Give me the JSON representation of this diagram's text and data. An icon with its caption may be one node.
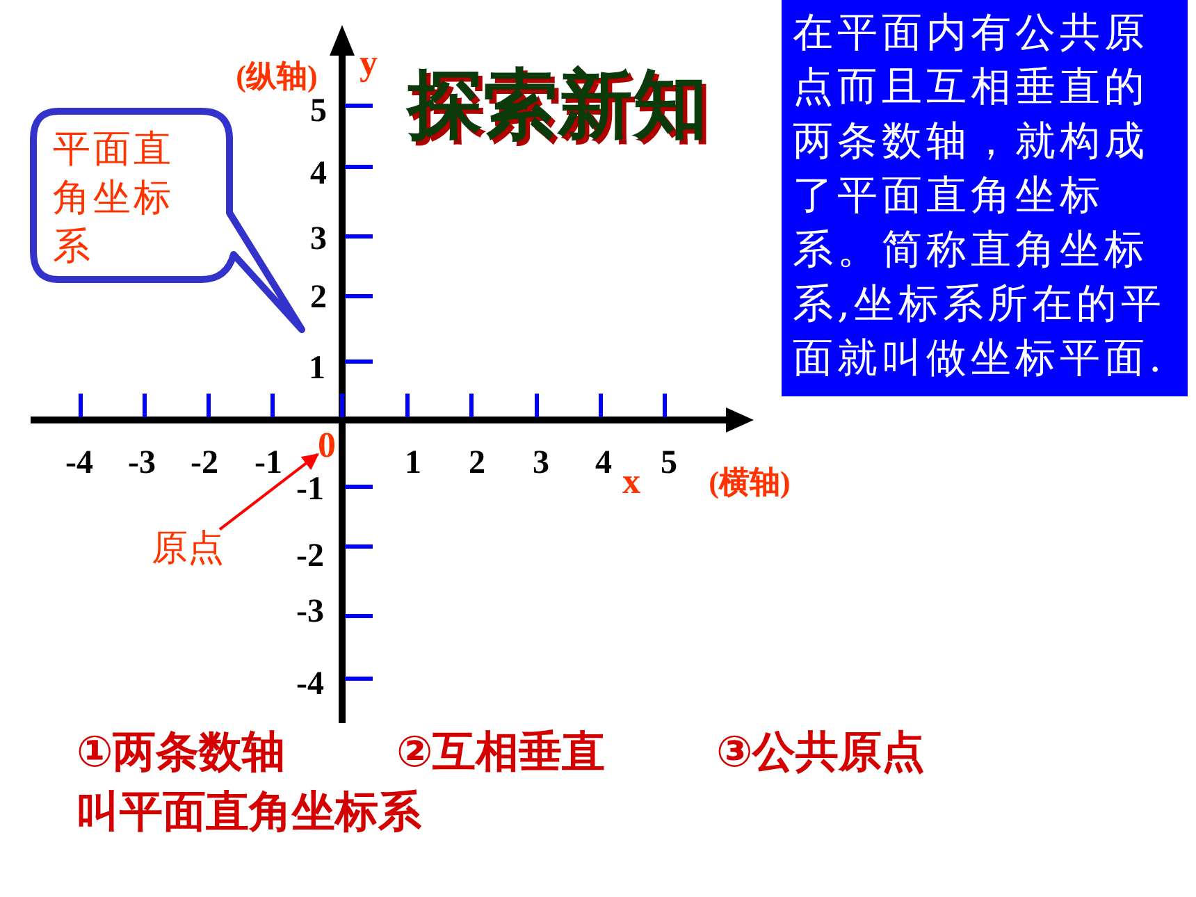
{
  "diagram": {
    "title": "探索新知",
    "nodes": [
      {
        "text": [
          "平面直角坐标系"
        ]
      },
      {
        "text": [
          "在平面内有公共原点而且互相垂直的两条数轴，就构成了平面直角坐标系。简称直角坐标系,坐标系所在的平面就叫做坐标平面."
        ]
      },
      {
        "text": [
          "原点"
        ]
      },
      {
        "text": [
          "0"
        ]
      }
    ],
    "edges": [
      {
        "from": 2,
        "to": 3,
        "arrow": "to"
      }
    ],
    "labels": [
      "(纵轴)",
      "y",
      "5",
      "4",
      "3",
      "2",
      "1",
      "-4",
      "-3",
      "-2",
      "-1",
      "1",
      "2",
      "3",
      "4",
      "x",
      "5",
      "(横轴)",
      "-1",
      "-2",
      "-3",
      "-4",
      "①两条数轴",
      "②互相垂直",
      "③公共原点",
      "叫平面直角坐标系"
    ]
  }
}
